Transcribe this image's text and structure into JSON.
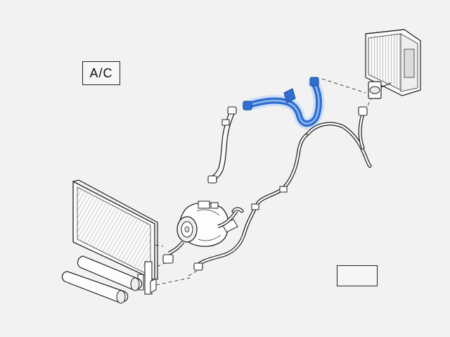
{
  "diagram": {
    "system_label": "A/C",
    "highlight_color": "#2f6fd0",
    "line_color": "#222222",
    "background_color": "#f2f2f2",
    "components": [
      {
        "name": "evaporator",
        "icon": "evaporator-core-icon"
      },
      {
        "name": "expansion-valve",
        "icon": "valve-icon"
      },
      {
        "name": "suction-hose-highlighted",
        "icon": "hose-icon"
      },
      {
        "name": "discharge-hose",
        "icon": "hose-icon"
      },
      {
        "name": "liquid-line",
        "icon": "pipe-icon"
      },
      {
        "name": "compressor",
        "icon": "compressor-icon"
      },
      {
        "name": "condenser",
        "icon": "condenser-icon"
      },
      {
        "name": "receiver-drier",
        "icon": "drier-icon"
      },
      {
        "name": "pressure-sensor",
        "icon": "sensor-icon"
      }
    ]
  }
}
